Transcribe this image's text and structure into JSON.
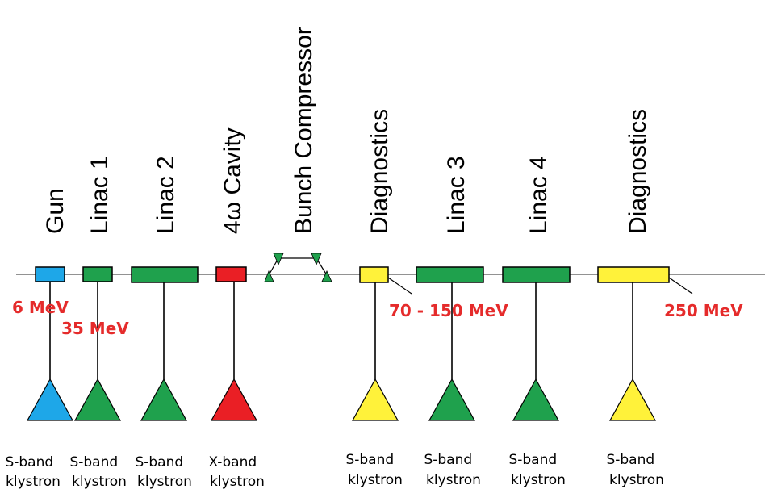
{
  "colors": {
    "blue": "#1ea7e8",
    "green": "#1fa14d",
    "red": "#ea1f25",
    "yellow": "#fff23a",
    "energy_text": "#e52b2b",
    "line": "#000000",
    "beamline": "#6f6f6f"
  },
  "sections": [
    {
      "label": "Gun",
      "color": "blue"
    },
    {
      "label": "Linac 1",
      "color": "green"
    },
    {
      "label": "Linac 2",
      "color": "green"
    },
    {
      "label": "4ω Cavity",
      "color": "red"
    },
    {
      "label": "Bunch Compressor",
      "color": "green"
    },
    {
      "label": "Diagnostics",
      "color": "yellow"
    },
    {
      "label": "Linac 3",
      "color": "green"
    },
    {
      "label": "Linac 4",
      "color": "green"
    },
    {
      "label": "Diagnostics",
      "color": "yellow"
    }
  ],
  "energies": [
    "6 MeV",
    "35 MeV",
    "70 - 150 MeV",
    "250 MeV"
  ],
  "klystrons": [
    {
      "line1": "S-band",
      "line2": "klystron",
      "color": "blue"
    },
    {
      "line1": "S-band",
      "line2": "klystron",
      "color": "green"
    },
    {
      "line1": "S-band",
      "line2": "klystron",
      "color": "green"
    },
    {
      "line1": "X-band",
      "line2": "klystron",
      "color": "red"
    },
    {
      "line1": "S-band",
      "line2": "klystron",
      "color": "yellow"
    },
    {
      "line1": "S-band",
      "line2": "klystron",
      "color": "green"
    },
    {
      "line1": "S-band",
      "line2": "klystron",
      "color": "green"
    },
    {
      "line1": "S-band",
      "line2": "klystron",
      "color": "yellow"
    }
  ]
}
